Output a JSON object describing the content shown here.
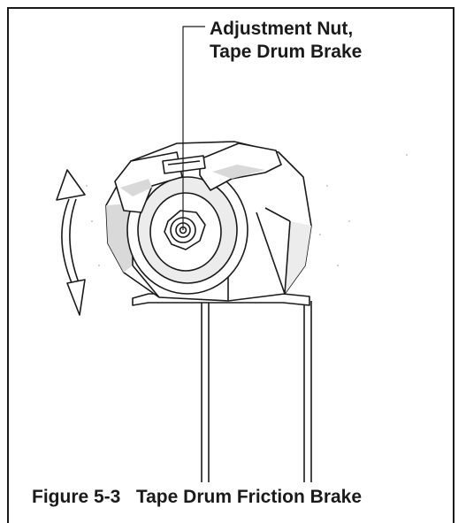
{
  "callout": {
    "line1": "Adjustment Nut,",
    "line2": "Tape Drum Brake"
  },
  "caption": {
    "text": "Figure 5-3   Tape Drum Friction Brake"
  },
  "colors": {
    "ink": "#1a1a1a",
    "paper": "#ffffff",
    "shade": "#d9d9d9"
  }
}
